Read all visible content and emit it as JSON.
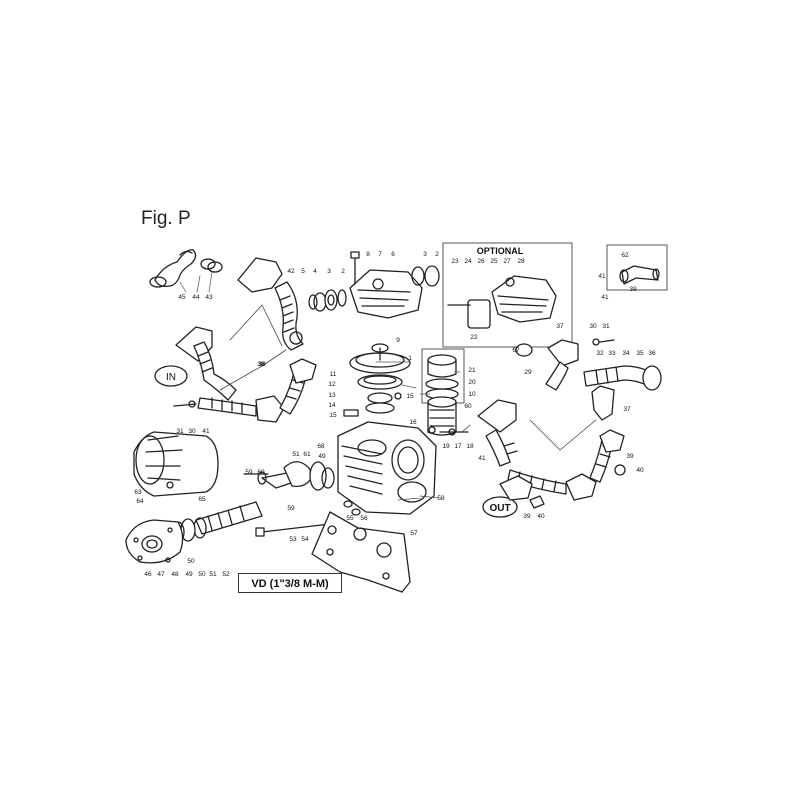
{
  "figure": {
    "title": "Fig. P",
    "model_label": "VD (1\"3/8 M-M)",
    "optional_label": "OPTIONAL",
    "in_label": "IN",
    "out_label": "OUT"
  },
  "callouts": [
    "45",
    "44",
    "43",
    "42",
    "5",
    "4",
    "3",
    "2",
    "8",
    "7",
    "6",
    "3",
    "2",
    "23",
    "24",
    "26",
    "25",
    "27",
    "28",
    "62",
    "41",
    "39",
    "41",
    "22",
    "37",
    "30",
    "31",
    "67",
    "29",
    "32",
    "33",
    "34",
    "35",
    "36",
    "9",
    "1",
    "11",
    "12",
    "13",
    "14",
    "15",
    "15",
    "21",
    "20",
    "10",
    "60",
    "16",
    "19",
    "17",
    "18",
    "31",
    "30",
    "41",
    "38",
    "37",
    "68",
    "49",
    "38",
    "59",
    "60",
    "51",
    "61",
    "65",
    "63",
    "64",
    "39",
    "41",
    "40",
    "58",
    "59",
    "55",
    "56",
    "50",
    "53",
    "54",
    "57",
    "39",
    "40",
    "46",
    "47",
    "48",
    "49",
    "50",
    "51",
    "52"
  ]
}
